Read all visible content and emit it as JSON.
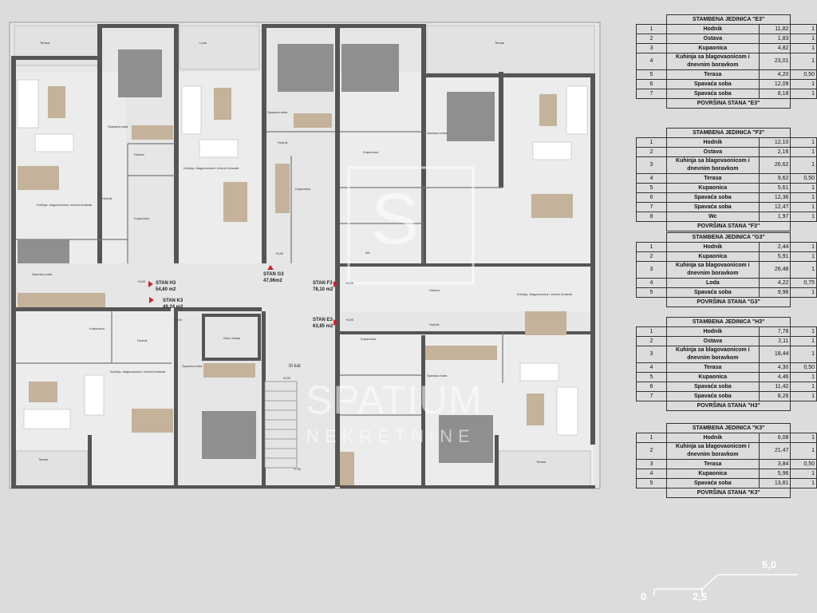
{
  "plan": {
    "floor_label": "III kat",
    "stan_labels": [
      {
        "name": "STAN H3",
        "area": "54,60 m2"
      },
      {
        "name": "STAN G3",
        "area": "47,96m2"
      },
      {
        "name": "STAN K3",
        "area": "49,24 m2"
      },
      {
        "name": "STAN F3",
        "area": "78,10 m2"
      },
      {
        "name": "STAN E3",
        "area": "63,85 m2"
      }
    ],
    "room_labels": [
      "Terasa",
      "Spavaća soba",
      "Loda",
      "Terasa",
      "Ostava",
      "Kupaonica",
      "Kuhinja, blagovaonica i dnevni boravak",
      "Hodnik",
      "Spavaća soba",
      "Hodnik",
      "Kuhinja, blagovaonica i dnevni boravak",
      "Kupaonica",
      "Spavaća soba",
      "Kupaonica",
      "Hodnik",
      "Kuhinja, blagovaonica i dnevni boravak",
      "Okno dizala",
      "Spavaća soba",
      "Terasa",
      "Terasa",
      "Hodnik",
      "Kupaonica",
      "Spavaća soba",
      "Ostava",
      "Wc",
      "Kuhinja, blagovaonica i dnevni boravak",
      "Kupaonica",
      "Spavaća soba"
    ],
    "levels": [
      "+8,90",
      "+8,90",
      "+8,90",
      "+8,90",
      "+8,90",
      "+8,90",
      "+7,50"
    ]
  },
  "watermark": {
    "line1": "SPATIUM",
    "line2": "NEKRETNINE",
    "logo_letter": "S"
  },
  "tables": [
    {
      "title": "STAMBENA JEDINICA \"E3\"",
      "rows": [
        {
          "n": "1",
          "name": "Hodnik",
          "area": "11,82",
          "k": "1"
        },
        {
          "n": "2",
          "name": "Ostava",
          "area": "1,83",
          "k": "1"
        },
        {
          "n": "3",
          "name": "Kupaonica",
          "area": "4,82",
          "k": "1"
        },
        {
          "n": "4",
          "name": "Kuhinja sa blagovaonicom i dnevnim boravkom",
          "area": "23,01",
          "k": "1"
        },
        {
          "n": "5",
          "name": "Terasa",
          "area": "4,20",
          "k": "0,50"
        },
        {
          "n": "6",
          "name": "Spavaća soba",
          "area": "12,09",
          "k": "1"
        },
        {
          "n": "7",
          "name": "Spavaća soba",
          "area": "8,18",
          "k": "1"
        }
      ],
      "total": "POVRŠINA STANA \"E3\""
    },
    {
      "title": "STAMBENA JEDINICA \"F3\"",
      "rows": [
        {
          "n": "1",
          "name": "Hodnik",
          "area": "12,10",
          "k": "1"
        },
        {
          "n": "2",
          "name": "Ostava",
          "area": "2,16",
          "k": "1"
        },
        {
          "n": "3",
          "name": "Kuhinja sa blagovaonicom i dnevnim boravkom",
          "area": "26,62",
          "k": "1"
        },
        {
          "n": "4",
          "name": "Terasa",
          "area": "9,62",
          "k": "0,50"
        },
        {
          "n": "5",
          "name": "Kupaonica",
          "area": "5,61",
          "k": "1"
        },
        {
          "n": "6",
          "name": "Spavaća soba",
          "area": "12,36",
          "k": "1"
        },
        {
          "n": "7",
          "name": "Spavaća soba",
          "area": "12,47",
          "k": "1"
        },
        {
          "n": "8",
          "name": "Wc",
          "area": "1,97",
          "k": "1"
        }
      ],
      "total": "POVRŠINA STANA \"F3\""
    },
    {
      "title": "STAMBENA JEDINICA \"G3\"",
      "rows": [
        {
          "n": "1",
          "name": "Hodnik",
          "area": "2,44",
          "k": "1"
        },
        {
          "n": "2",
          "name": "Kupaonica",
          "area": "5,91",
          "k": "1"
        },
        {
          "n": "3",
          "name": "Kuhinja sa blagovaonicom i dnevnim boravkom",
          "area": "26,48",
          "k": "1"
        },
        {
          "n": "4",
          "name": "Loda",
          "area": "4,22",
          "k": "0,75"
        },
        {
          "n": "5",
          "name": "Spavaća soba",
          "area": "9,96",
          "k": "1"
        }
      ],
      "total": "POVRŠINA STANA \"G3\""
    },
    {
      "title": "STAMBENA JEDINICA \"H3\"",
      "rows": [
        {
          "n": "1",
          "name": "Hodnik",
          "area": "7,76",
          "k": "1"
        },
        {
          "n": "2",
          "name": "Ostava",
          "area": "2,11",
          "k": "1"
        },
        {
          "n": "3",
          "name": "Kuhinja sa blagovaonicom i dnevnim boravkom",
          "area": "18,44",
          "k": "1"
        },
        {
          "n": "4",
          "name": "Terasa",
          "area": "4,30",
          "k": "0,50"
        },
        {
          "n": "5",
          "name": "Kupaonica",
          "area": "4,46",
          "k": "1"
        },
        {
          "n": "6",
          "name": "Spavaća soba",
          "area": "11,42",
          "k": "1"
        },
        {
          "n": "7",
          "name": "Spavaća soba",
          "area": "8,26",
          "k": "1"
        }
      ],
      "total": "POVRŠINA STANA \"H3\""
    },
    {
      "title": "STAMBENA JEDINICA \"K3\"",
      "rows": [
        {
          "n": "1",
          "name": "Hodnik",
          "area": "6,08",
          "k": "1"
        },
        {
          "n": "2",
          "name": "Kuhinja sa blagovaonicom i dnevnim boravkom",
          "area": "21,47",
          "k": "1"
        },
        {
          "n": "3",
          "name": "Terasa",
          "area": "3,84",
          "k": "0,50"
        },
        {
          "n": "4",
          "name": "Kupaonica",
          "area": "5,96",
          "k": "1"
        },
        {
          "n": "5",
          "name": "Spavaća soba",
          "area": "13,81",
          "k": "1"
        }
      ],
      "total": "POVRŠINA STANA \"K3\""
    }
  ],
  "scale": {
    "zero": "0",
    "mid": "2,5",
    "end": "5,0"
  }
}
